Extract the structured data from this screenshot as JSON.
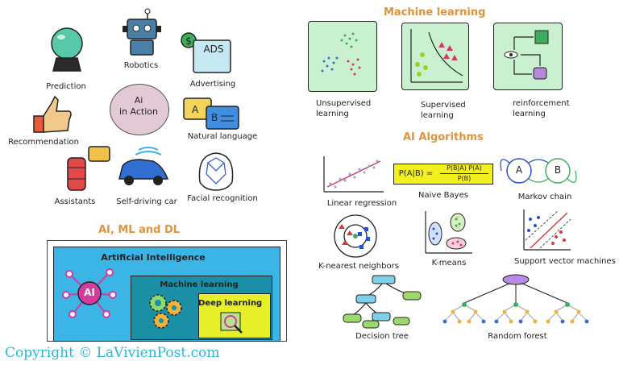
{
  "ai_in_action": {
    "center_label_line1": "Ai",
    "center_label_line2": "in Action",
    "items": {
      "prediction": "Prediction",
      "robotics": "Robotics",
      "advertising": "Advertising",
      "ads_text": "ADS",
      "recommendation": "Recommendation",
      "natural_language": "Natural language",
      "assistants": "Assistants",
      "self_driving_car": "Self-driving car",
      "facial_recognition": "Facial recognition"
    }
  },
  "ai_ml_dl": {
    "title": "AI, ML and DL",
    "artificial_intelligence": "Artificial Intelligence",
    "ai_badge": "AI",
    "machine_learning": "Machine learning",
    "deep_learning": "Deep learning"
  },
  "machine_learning": {
    "title": "Machine learning",
    "unsupervised_l1": "Unsupervised",
    "unsupervised_l2": "learning",
    "supervised_l1": "Supervised",
    "supervised_l2": "learning",
    "reinforcement_l1": "reinforcement",
    "reinforcement_l2": "learning"
  },
  "ai_algorithms": {
    "title": "AI Algorithms",
    "linear_regression": "Linear regression",
    "naive_bayes": "Naive Bayes",
    "bayes_formula_lhs": "P(A|B) =",
    "bayes_num": "P(B|A) P(A)",
    "bayes_den": "P(B)",
    "markov_chain": "Markov chain",
    "markov_a": "A",
    "markov_b": "B",
    "knn": "K-nearest neighbors",
    "kmeans": "K-means",
    "svm": "Support vector machines",
    "decision_tree": "Decision tree",
    "random_forest": "Random forest"
  },
  "colors": {
    "heading_orange": "#e0933a",
    "ai_blue": "#3bb4e6",
    "ml_teal": "#1a8fa6",
    "dl_yellow": "#e6ef2a",
    "ml_panel_green": "#c9f0cf",
    "copyright_blue": "#2bb5d8"
  },
  "copyright": "Copyright © LaVivienPost.com"
}
